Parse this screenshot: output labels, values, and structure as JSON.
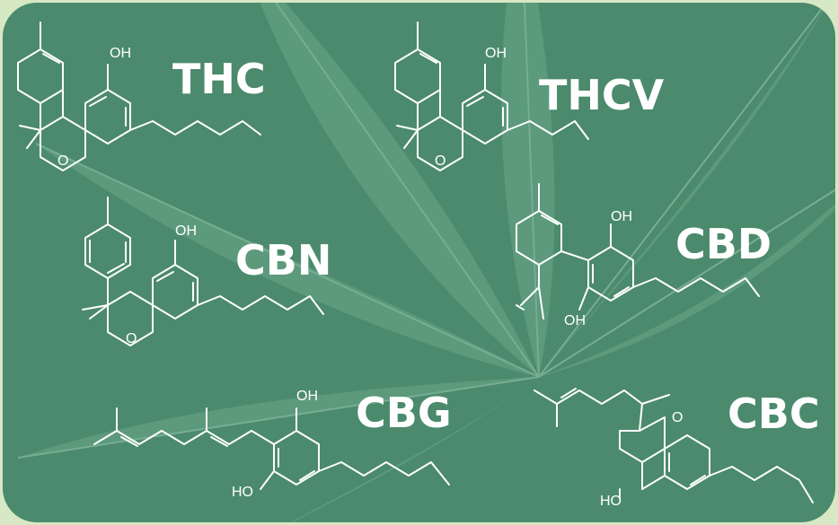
{
  "colors": {
    "panel": "#4b8a6c",
    "panel_dark": "#3f7b5e",
    "leaf": "#5e9c7f",
    "leaf_vein": "#8fbfa6",
    "ink": "#ffffff",
    "outer": "#d6e8c4"
  },
  "background": {
    "leaf_icon": "cannabis-leaf-icon"
  },
  "molecules": [
    {
      "id": "thc",
      "name": "THC",
      "atoms": {
        "hydroxyl": "OH",
        "oxygen": "O"
      }
    },
    {
      "id": "thcv",
      "name": "THCV",
      "atoms": {
        "hydroxyl": "OH",
        "oxygen": "O"
      }
    },
    {
      "id": "cbn",
      "name": "CBN",
      "atoms": {
        "hydroxyl": "OH",
        "oxygen": "O"
      }
    },
    {
      "id": "cbd",
      "name": "CBD",
      "atoms": {
        "hydroxyl_top": "OH",
        "hydroxyl_bottom": "OH"
      }
    },
    {
      "id": "cbg",
      "name": "CBG",
      "atoms": {
        "hydroxyl_top": "OH",
        "hydroxyl_bottom": "HO"
      }
    },
    {
      "id": "cbc",
      "name": "CBC",
      "atoms": {
        "oxygen": "O",
        "hydroxyl": "HO"
      }
    }
  ]
}
